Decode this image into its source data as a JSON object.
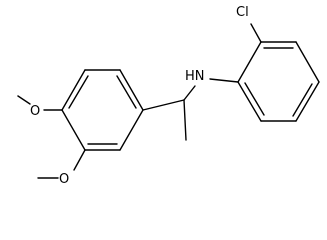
{
  "molecule": {
    "atom_labels": {
      "chlorine": "Cl",
      "amine": "HN",
      "methoxy_top": "O",
      "methoxy_bottom": "O"
    }
  },
  "colors": {
    "background": "#ffffff",
    "bond": "#000000",
    "text": "#000000"
  }
}
